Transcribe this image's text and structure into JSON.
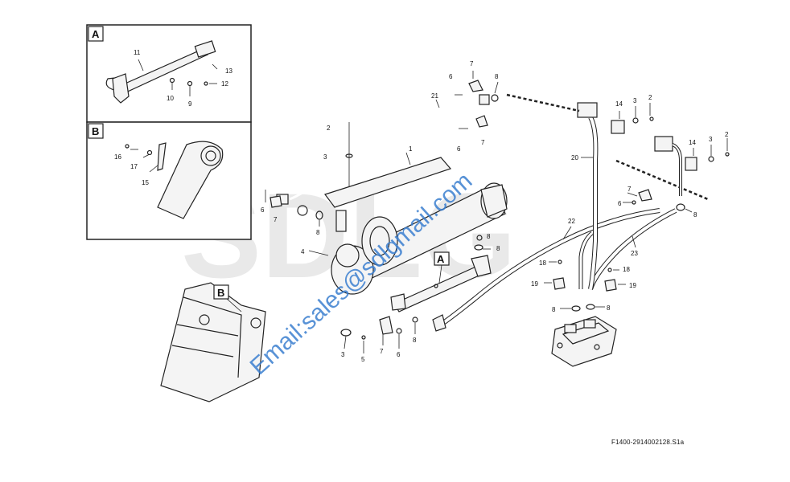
{
  "diagram": {
    "reference_code": "F1400-2914002128.S1a",
    "watermark_email": "Email:sales@sdlgmail.com",
    "watermark_logo": "SDLG",
    "detail_boxes": [
      {
        "label": "A"
      },
      {
        "label": "B"
      }
    ],
    "floating_labels": {
      "A": "A",
      "B": "B"
    },
    "callouts": {
      "c1": "1",
      "c2a": "2",
      "c2b": "2",
      "c2c": "2",
      "c3a": "3",
      "c3b": "3",
      "c3c": "3",
      "c3d": "3",
      "c4": "4",
      "c5": "5",
      "c6a": "6",
      "c6b": "6",
      "c6c": "6",
      "c6d": "6",
      "c6e": "6",
      "c7a": "7",
      "c7b": "7",
      "c7c": "7",
      "c7d": "7",
      "c7e": "7",
      "c8a": "8",
      "c8b": "8",
      "c8c": "8",
      "c8d": "8",
      "c8e": "8",
      "c8f": "8",
      "c8g": "8",
      "c8h": "8",
      "c9": "9",
      "c10": "10",
      "c11": "11",
      "c12": "12",
      "c13": "13",
      "c14a": "14",
      "c14b": "14",
      "c15": "15",
      "c16": "16",
      "c17": "17",
      "c18a": "18",
      "c18b": "18",
      "c19a": "19",
      "c19b": "19",
      "c20": "20",
      "c21": "21",
      "c22": "22",
      "c23": "23"
    }
  }
}
